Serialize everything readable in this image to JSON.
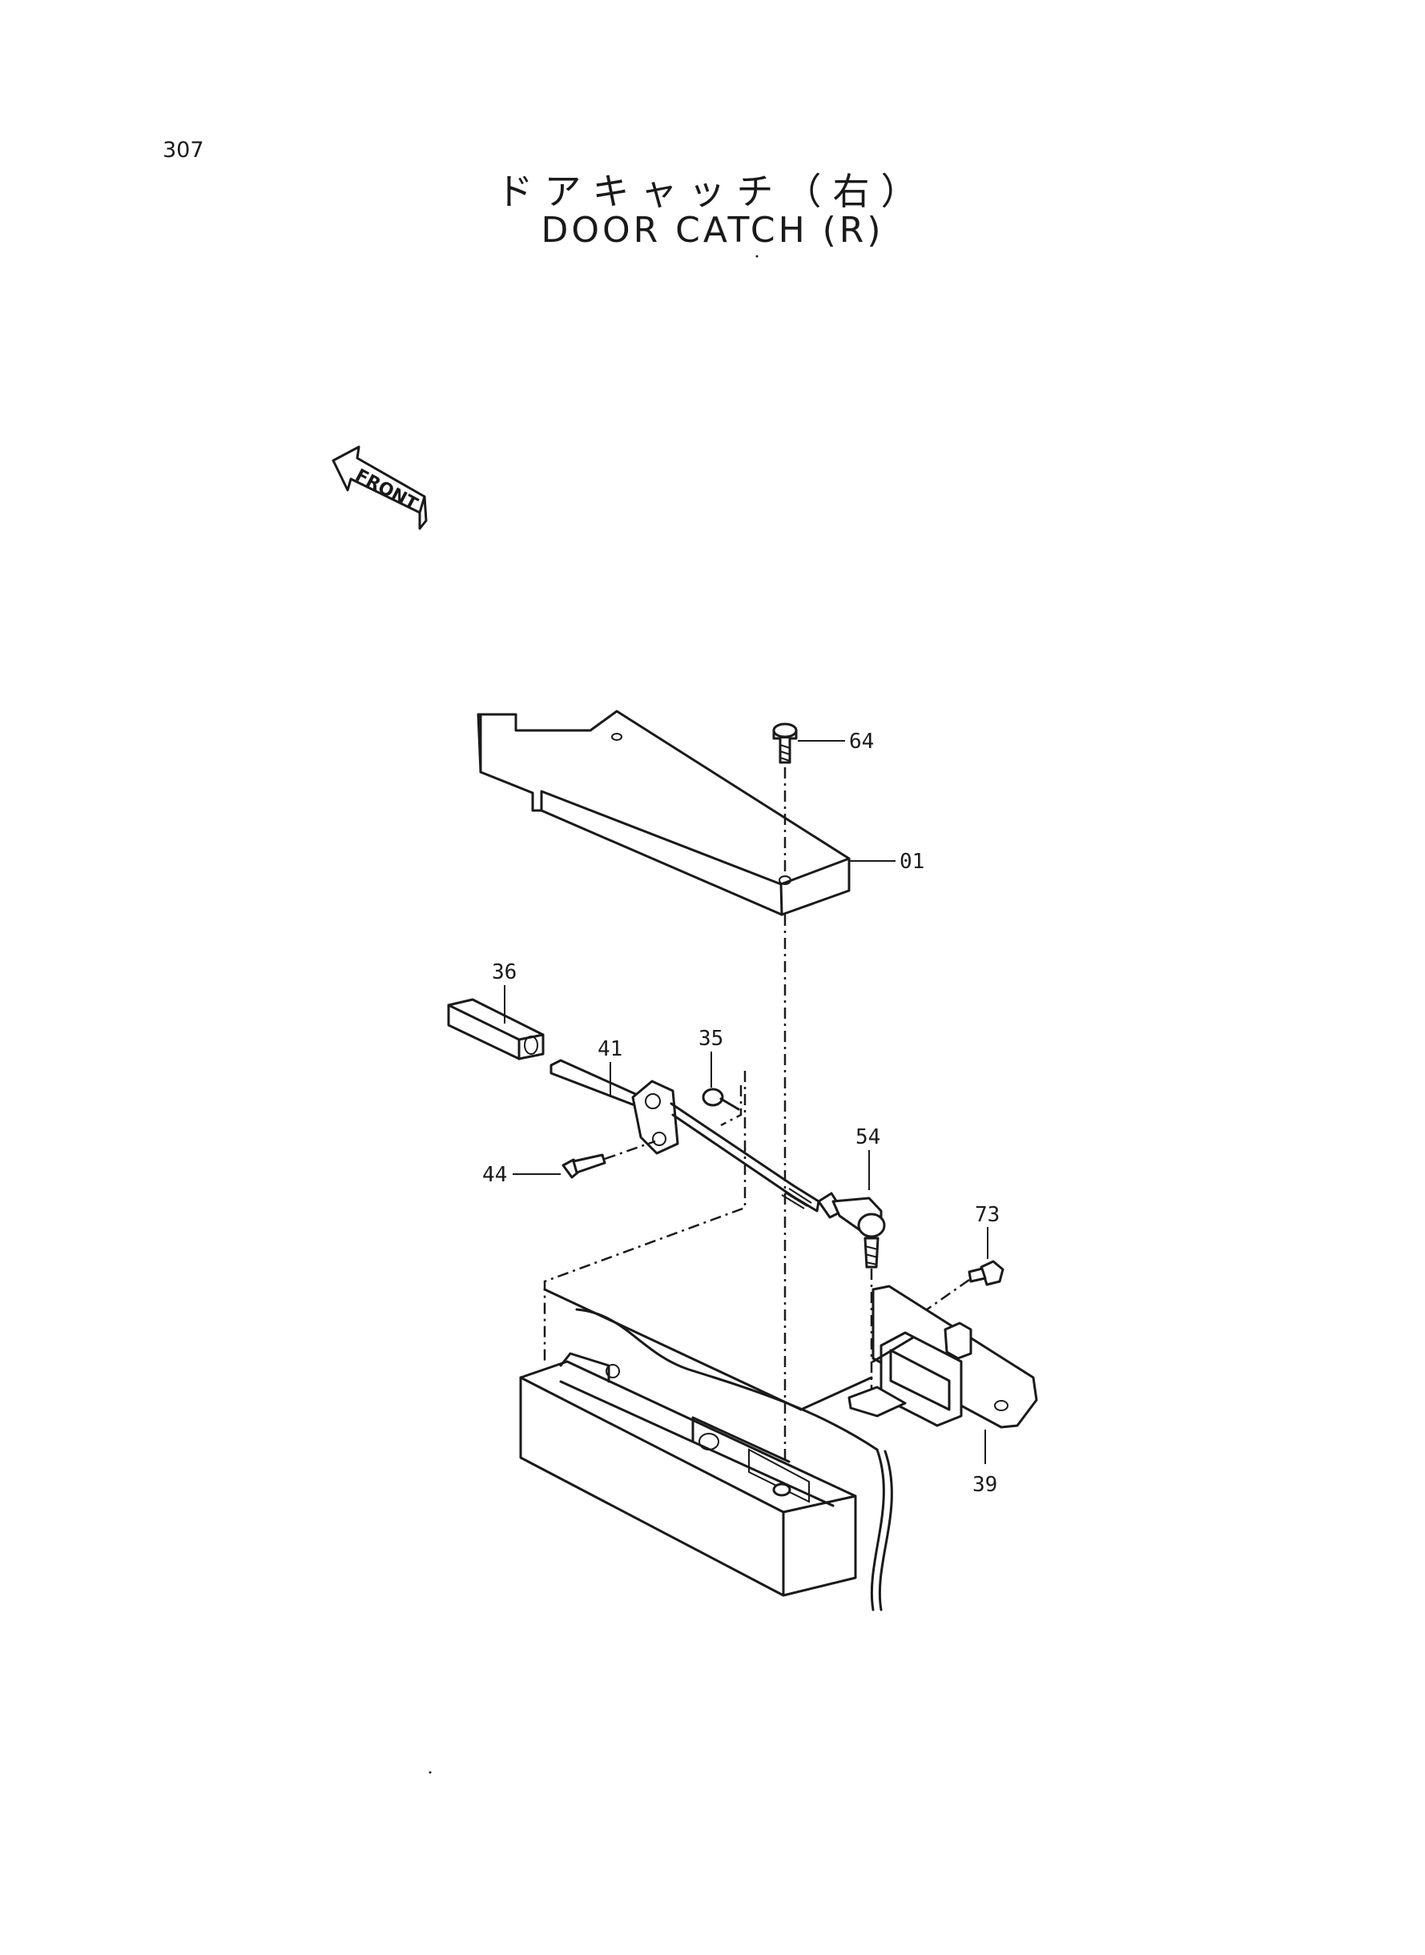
{
  "page_number": "307",
  "title_jp": "ドアキャッチ（右）",
  "title_en": "DOOR CATCH (R)",
  "front_label": "FRONT",
  "parts": {
    "p64": "64",
    "p01": "01",
    "p36": "36",
    "p41": "41",
    "p35": "35",
    "p54": "54",
    "p73": "73",
    "p44": "44",
    "p39": "39"
  }
}
